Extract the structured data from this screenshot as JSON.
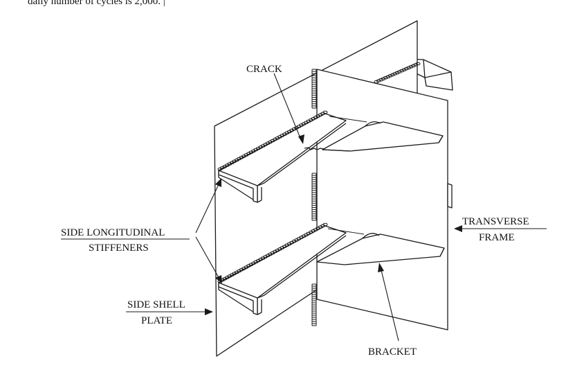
{
  "caption": {
    "partial_text": "daily number of cycles is 2,000. |"
  },
  "labels": {
    "crack": "CRACK",
    "side_longitudinal_line1": "SIDE LONGITUDINAL",
    "side_longitudinal_line2": "STIFFENERS",
    "side_shell_line1": "SIDE SHELL",
    "side_shell_line2": "PLATE",
    "transverse_line1": "TRANSVERSE",
    "transverse_line2": "FRAME",
    "bracket": "BRACKET"
  }
}
